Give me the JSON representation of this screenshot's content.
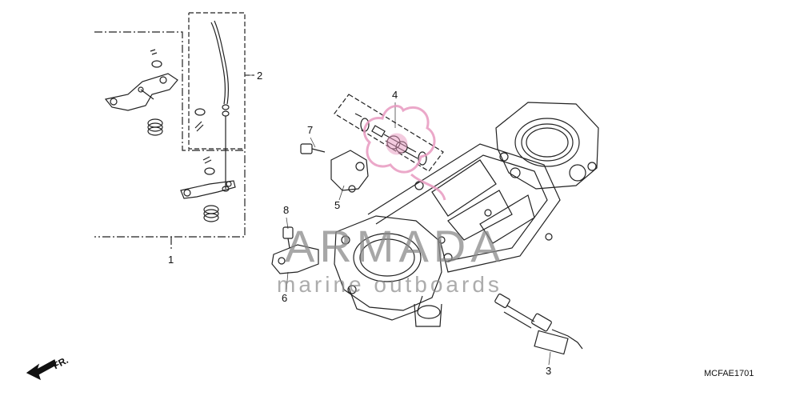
{
  "diagram": {
    "callouts": [
      "1",
      "2",
      "3",
      "4",
      "5",
      "6",
      "7",
      "8"
    ],
    "diagram_code": "MCFAE1701",
    "direction_label": "FR.",
    "watermark": {
      "brand": "ARMADA",
      "tagline": "marine outboards",
      "logo_color": "#e89ac0"
    }
  }
}
